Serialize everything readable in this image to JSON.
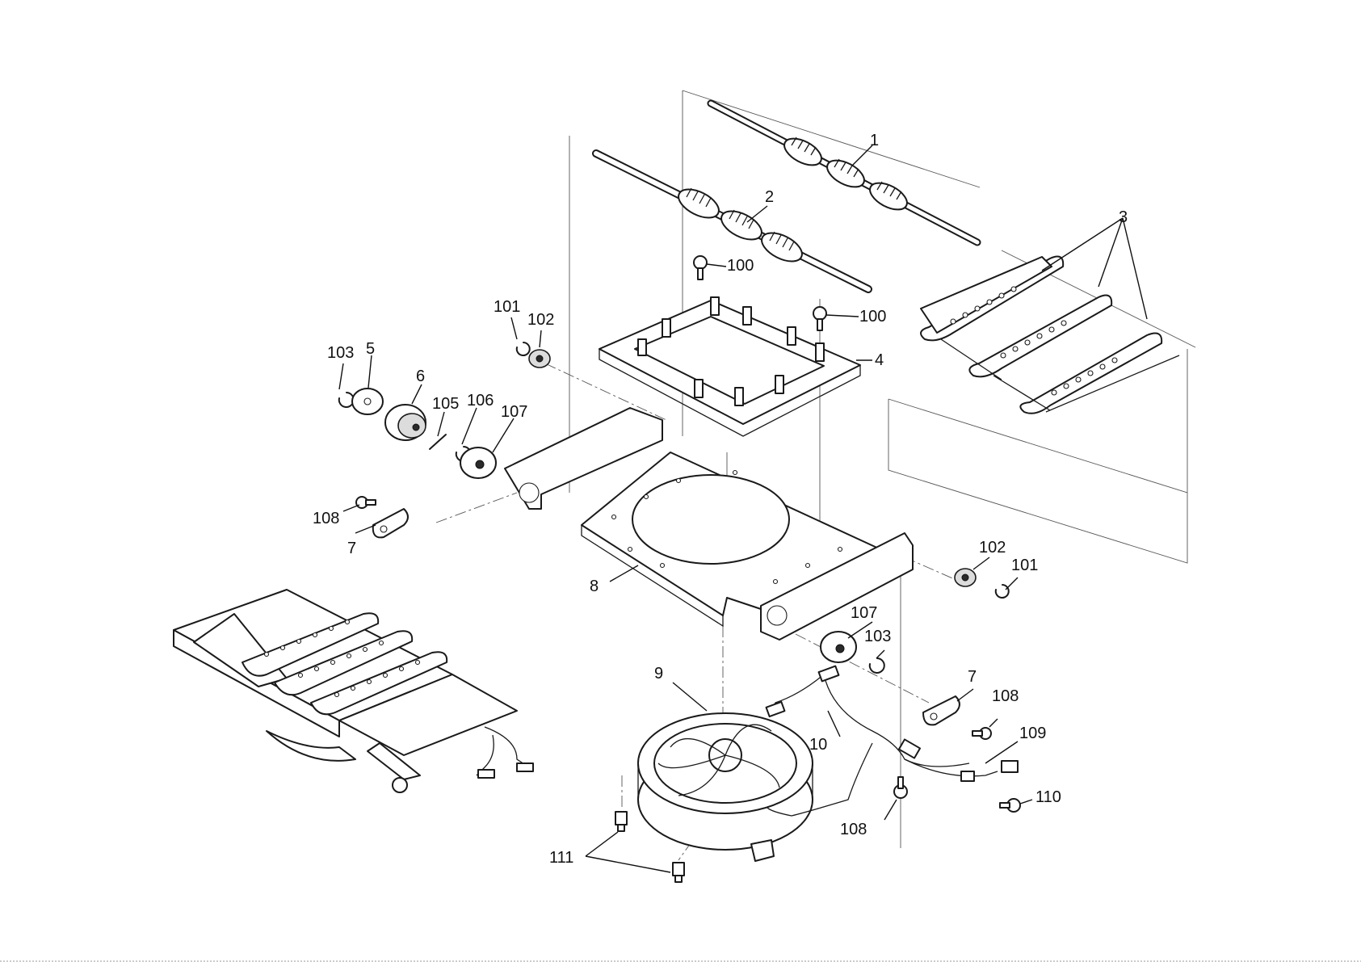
{
  "diagram": {
    "callouts": {
      "c1": "1",
      "c2": "2",
      "c3": "3",
      "c4": "4",
      "c5": "5",
      "c6": "6",
      "c7a": "7",
      "c7b": "7",
      "c8": "8",
      "c9": "9",
      "c10": "10",
      "c100a": "100",
      "c100b": "100",
      "c101a": "101",
      "c101b": "101",
      "c102a": "102",
      "c102b": "102",
      "c103a": "103",
      "c103b": "103",
      "c105": "105",
      "c106": "106",
      "c107a": "107",
      "c107b": "107",
      "c108a": "108",
      "c108b": "108",
      "c108c": "108",
      "c109": "109",
      "c110": "110",
      "c111": "111"
    }
  }
}
